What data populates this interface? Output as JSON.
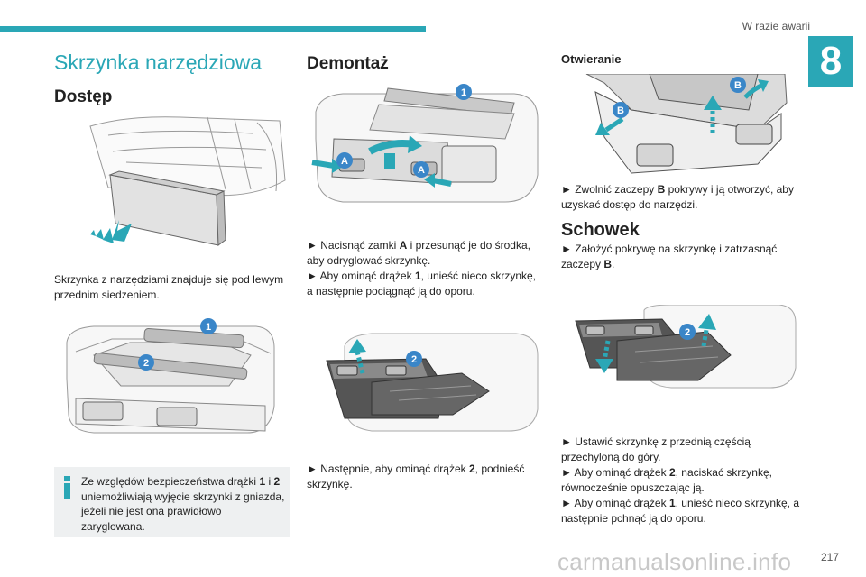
{
  "header": {
    "section_title": "W razie awarii",
    "chapter": "8"
  },
  "page_number": "217",
  "watermark": "carmanualsonline.info",
  "col1": {
    "title": "Skrzynka narzędziowa",
    "access_heading": "Dostęp",
    "access_text": "Skrzynka z narzędziami znajduje się pod lewym przednim siedzeniem.",
    "info_line1": "Ze względów bezpieczeństwa drążki ",
    "info_bold1": "1",
    "info_line1b": " i",
    "info_bold2": "2",
    "info_line2": " uniemożliwiają wyjęcie skrzynki z gniazda, jeżeli nie jest ona prawidłowo zaryglowana."
  },
  "col2": {
    "heading": "Demontaż",
    "step1_a": "► Nacisnąć zamki ",
    "step1_b": "A",
    "step1_c": " i przesunąć je do środka, aby odryglować skrzynkę.",
    "step2_a": "► Aby ominąć drążek ",
    "step2_b": "1",
    "step2_c": ", unieść nieco skrzynkę, a następnie pociągnąć ją do oporu.",
    "step3_a": "► Następnie, aby ominąć drążek ",
    "step3_b": "2",
    "step3_c": ", podnieść skrzynkę."
  },
  "col3": {
    "open_heading": "Otwieranie",
    "open_a": "► Zwolnić zaczepy ",
    "open_b": "B",
    "open_c": " pokrywy i ją otworzyć, aby uzyskać dostęp do narzędzi.",
    "storage_heading": "Schowek",
    "store1_a": "► Założyć pokrywę na skrzynkę i zatrzasnąć zaczepy ",
    "store1_b": "B",
    "store1_c": ".",
    "store2": "► Ustawić skrzynkę z przednią częścią przechyloną do góry.",
    "store3_a": "► Aby ominąć drążek ",
    "store3_b": "2",
    "store3_c": ", naciskać skrzynkę, równocześnie opuszczając ją.",
    "store4_a": "► Aby ominąć drążek ",
    "store4_b": "1",
    "store4_c": ", unieść nieco skrzynkę, a następnie pchnąć ją do oporu."
  },
  "labels": {
    "one": "1",
    "two": "2",
    "a": "A",
    "b": "B"
  },
  "colors": {
    "accent": "#2aa7b6",
    "callout": "#3a86c8",
    "info_bg": "#eef0f1"
  }
}
